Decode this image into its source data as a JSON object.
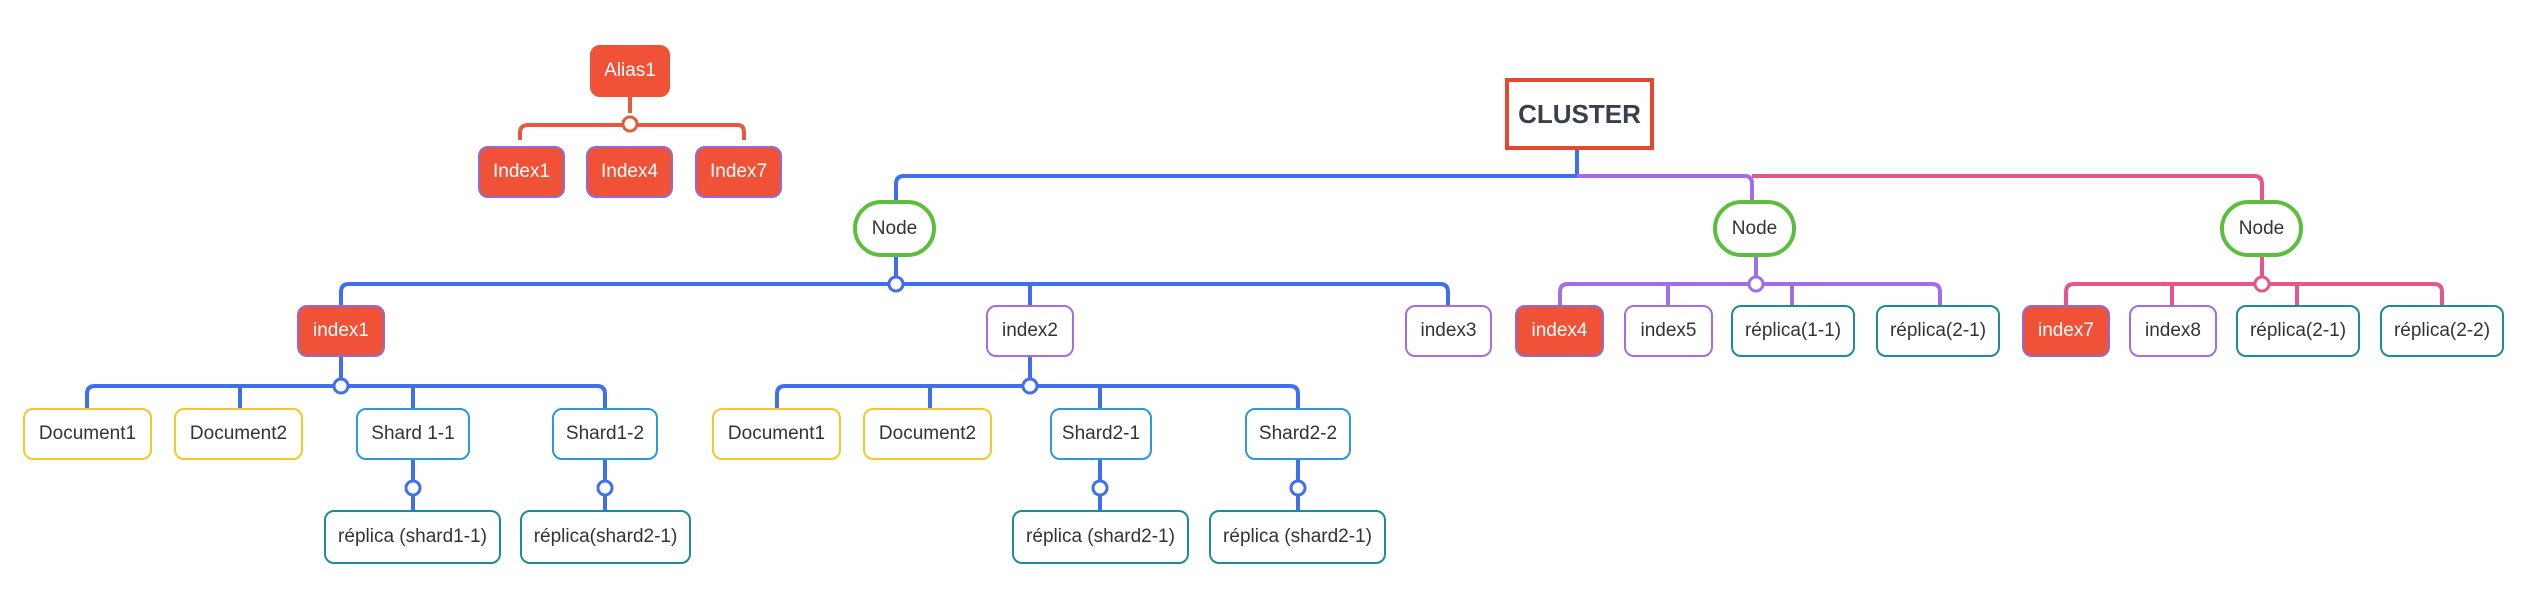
{
  "cluster": "CLUSTER",
  "alias": {
    "title": "Alias1",
    "indices": [
      "Index1",
      "Index4",
      "Index7"
    ]
  },
  "nodes": [
    {
      "label": "Node",
      "children": [
        {
          "label": "index1",
          "children": [
            "Document1",
            "Document2",
            "Shard 1-1",
            "Shard1-2"
          ],
          "replicas": [
            "réplica (shard1-1)",
            "réplica(shard2-1)"
          ]
        },
        {
          "label": "index2",
          "children": [
            "Document1",
            "Document2",
            "Shard2-1",
            "Shard2-2"
          ],
          "replicas": [
            "réplica (shard2-1)",
            "réplica (shard2-1)"
          ]
        },
        {
          "label": "index3"
        }
      ]
    },
    {
      "label": "Node",
      "children": [
        {
          "label": "index4"
        },
        {
          "label": "index5"
        },
        {
          "label": "réplica(1-1)"
        },
        {
          "label": "réplica(2-1)"
        }
      ]
    },
    {
      "label": "Node",
      "children": [
        {
          "label": "index7"
        },
        {
          "label": "index8"
        },
        {
          "label": "réplica(2-1)"
        },
        {
          "label": "réplica(2-2)"
        }
      ]
    }
  ],
  "colors": {
    "blue_branch": "#3f6ef0",
    "purple_branch": "#a36de8",
    "pink_branch": "#e6568a",
    "alias_branch": "#e45a3c",
    "node_border": "#5bbf3c",
    "index_fill": "#ef5237"
  }
}
